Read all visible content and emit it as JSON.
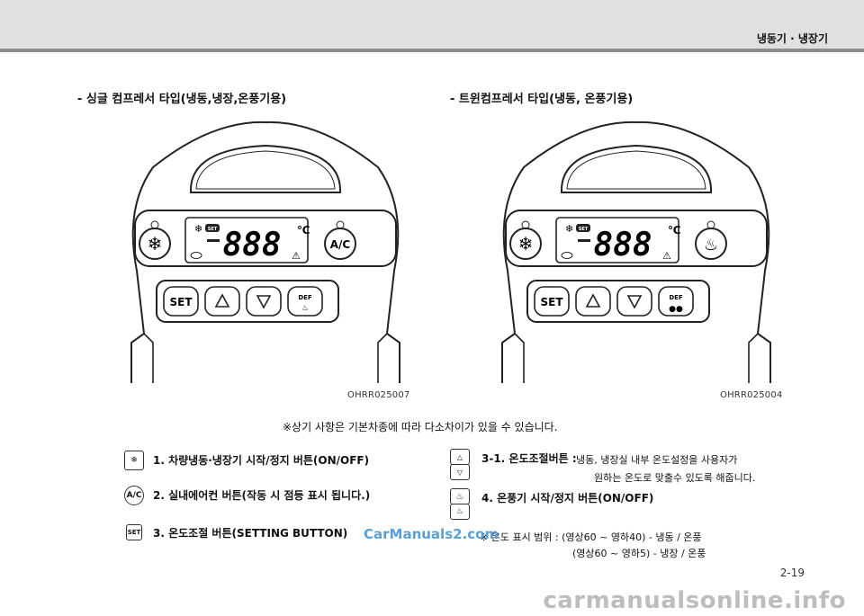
{
  "header": {
    "title": "냉동기 · 냉장기"
  },
  "sections": {
    "single": {
      "title": "- 싱글 컴프레서 타입(냉동,냉장,온풍기용)",
      "code": "OHRR025007"
    },
    "twin": {
      "title": "- 트윈컴프레서 타입(냉동, 온풍기용)",
      "code": "OHRR025004"
    }
  },
  "panel": {
    "set_label": "SET",
    "ac_label": "A/C",
    "def_label": "DEF",
    "display_digits": "888",
    "unit": "℃",
    "badge": "SET"
  },
  "note": "※상기 사항은 기본차종에 따라 다소차이가 있을 수 있습니다.",
  "legend": {
    "item1": "1. 차량냉동·냉장기 시작/정지 버튼(ON/OFF)",
    "item2": "2. 실내에어컨 버튼(작동 시 점등 표시 됩니다.)",
    "item3": "3. 온도조절 버튼(SETTING BUTTON)",
    "item31_label": "3-1. 온도조절버튼 :",
    "item31_desc1": "냉동, 냉장실  내부  온도설정을  사용자가",
    "item31_desc2": "원하는 온도로 맞출수 있도록 해줍니다.",
    "item4": "4. 온풍기 시작/정지 버튼(ON/OFF)",
    "range_line1": "※  온도 표시 범위 : (영상60 ~ 영하40) - 냉동 / 온풍",
    "range_line2": "(영상60 ~ 영하5) - 냉장 / 온풍",
    "icon_ac": "A/C",
    "icon_set": "SET"
  },
  "watermark_small": "CarManuals2.com",
  "page_number": "2-19",
  "watermark_footer": "carmanualsonline.info",
  "icons": [
    "snowflake-icon",
    "ac-icon",
    "heater-icon",
    "up-arrow-icon",
    "down-arrow-icon",
    "defrost-icon",
    "warning-icon"
  ]
}
